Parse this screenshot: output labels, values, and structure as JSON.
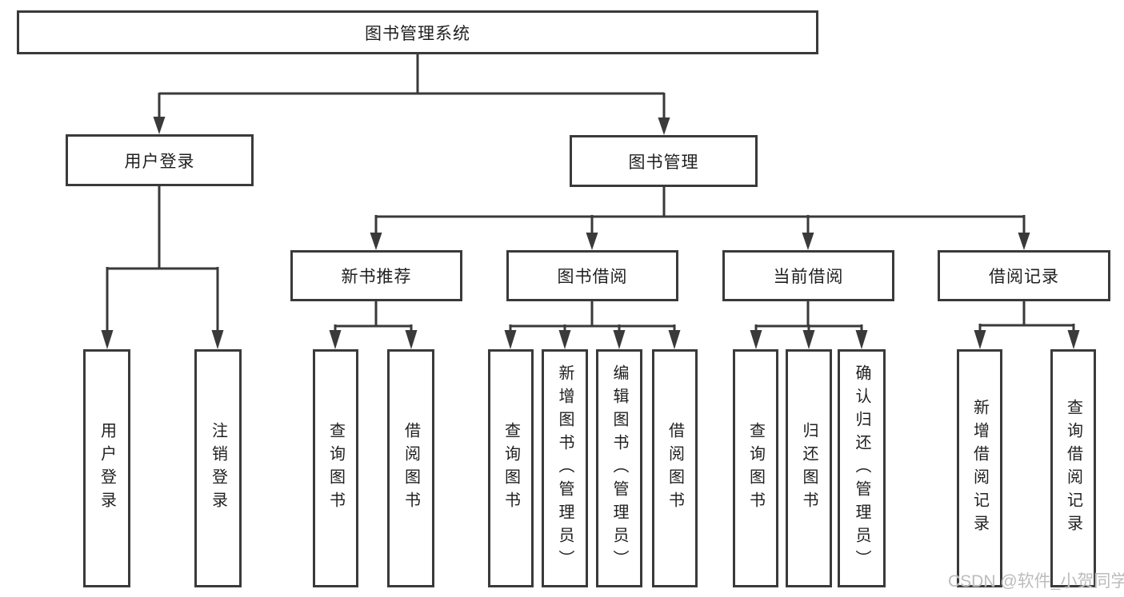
{
  "palette": {
    "line": "#3a3a3a",
    "text": "#1f1f1f",
    "watermark": "#bcbcbc",
    "background": "#ffffff"
  },
  "watermark": "CSDN @软件_小贺同学",
  "nodes": {
    "root": "图书管理系统",
    "userLogin": "用户登录",
    "bookMgmt": "图书管理",
    "newBookRec": "新书推荐",
    "bookBorrow": "图书借阅",
    "currentBorrow": "当前借阅",
    "borrowRecords": "借阅记录",
    "leafUserLogin": "用户登录",
    "leafLogout": "注销登录",
    "leafRecQueryBooks": "查询图书",
    "leafRecBorrowBooks": "借阅图书",
    "leafBorQueryBooks": "查询图书",
    "leafBorAddBooks": "新增图书（管理员）",
    "leafBorEditBooks": "编辑图书（管理员）",
    "leafBorBorrowBooks": "借阅图书",
    "leafCurQueryBooks": "查询图书",
    "leafCurReturnBooks": "归还图书",
    "leafCurConfirmReturn": "确认归还（管理员）",
    "leafRecordAdd": "新增借阅记录",
    "leafRecordQuery": "查询借阅记录"
  },
  "hierarchy": {
    "图书管理系统": {
      "用户登录": [
        "用户登录",
        "注销登录"
      ],
      "图书管理": {
        "新书推荐": [
          "查询图书",
          "借阅图书"
        ],
        "图书借阅": [
          "查询图书",
          "新增图书（管理员）",
          "编辑图书（管理员）",
          "借阅图书"
        ],
        "当前借阅": [
          "查询图书",
          "归还图书",
          "确认归还（管理员）"
        ],
        "借阅记录": [
          "新增借阅记录",
          "查询借阅记录"
        ]
      }
    }
  }
}
